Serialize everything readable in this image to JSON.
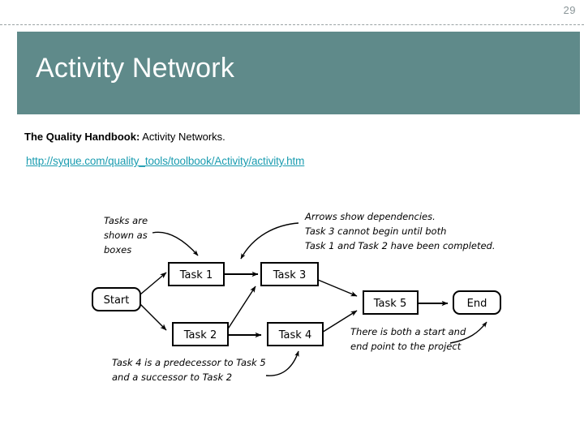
{
  "slide": {
    "page_number": "29",
    "title": "Activity Network",
    "accent_color": "#5f8a8a",
    "link_color": "#1a9cb0"
  },
  "body": {
    "source_label": "The Quality Handbook:",
    "source_rest": " Activity Networks.",
    "source_url": "http://syque.com/quality_tools/toolbook/Activity/activity.htm"
  },
  "diagram": {
    "type": "activity-network",
    "nodes": [
      {
        "id": "start",
        "label": "Start",
        "shape": "rounded"
      },
      {
        "id": "task1",
        "label": "Task 1",
        "shape": "rect"
      },
      {
        "id": "task2",
        "label": "Task 2",
        "shape": "rect"
      },
      {
        "id": "task3",
        "label": "Task 3",
        "shape": "rect"
      },
      {
        "id": "task4",
        "label": "Task 4",
        "shape": "rect"
      },
      {
        "id": "task5",
        "label": "Task 5",
        "shape": "rect"
      },
      {
        "id": "end",
        "label": "End",
        "shape": "rounded"
      }
    ],
    "edges": [
      {
        "from": "start",
        "to": "task1"
      },
      {
        "from": "start",
        "to": "task2"
      },
      {
        "from": "task1",
        "to": "task3"
      },
      {
        "from": "task2",
        "to": "task3"
      },
      {
        "from": "task2",
        "to": "task4"
      },
      {
        "from": "task3",
        "to": "task5"
      },
      {
        "from": "task4",
        "to": "task5"
      },
      {
        "from": "task5",
        "to": "end"
      }
    ],
    "annotations": {
      "boxes": {
        "line1": "Tasks are",
        "line2": "shown as",
        "line3": "boxes"
      },
      "arrows": {
        "line1": "Arrows show dependencies.",
        "line2": "Task 3 cannot begin until both",
        "line3": "Task 1 and Task 2 have been completed."
      },
      "startend": {
        "line1": "There is both a start and",
        "line2": "end point to the project"
      },
      "predecessor": {
        "line1": "Task 4 is a predecessor to Task 5",
        "line2": "and a successor to Task 2"
      }
    }
  }
}
